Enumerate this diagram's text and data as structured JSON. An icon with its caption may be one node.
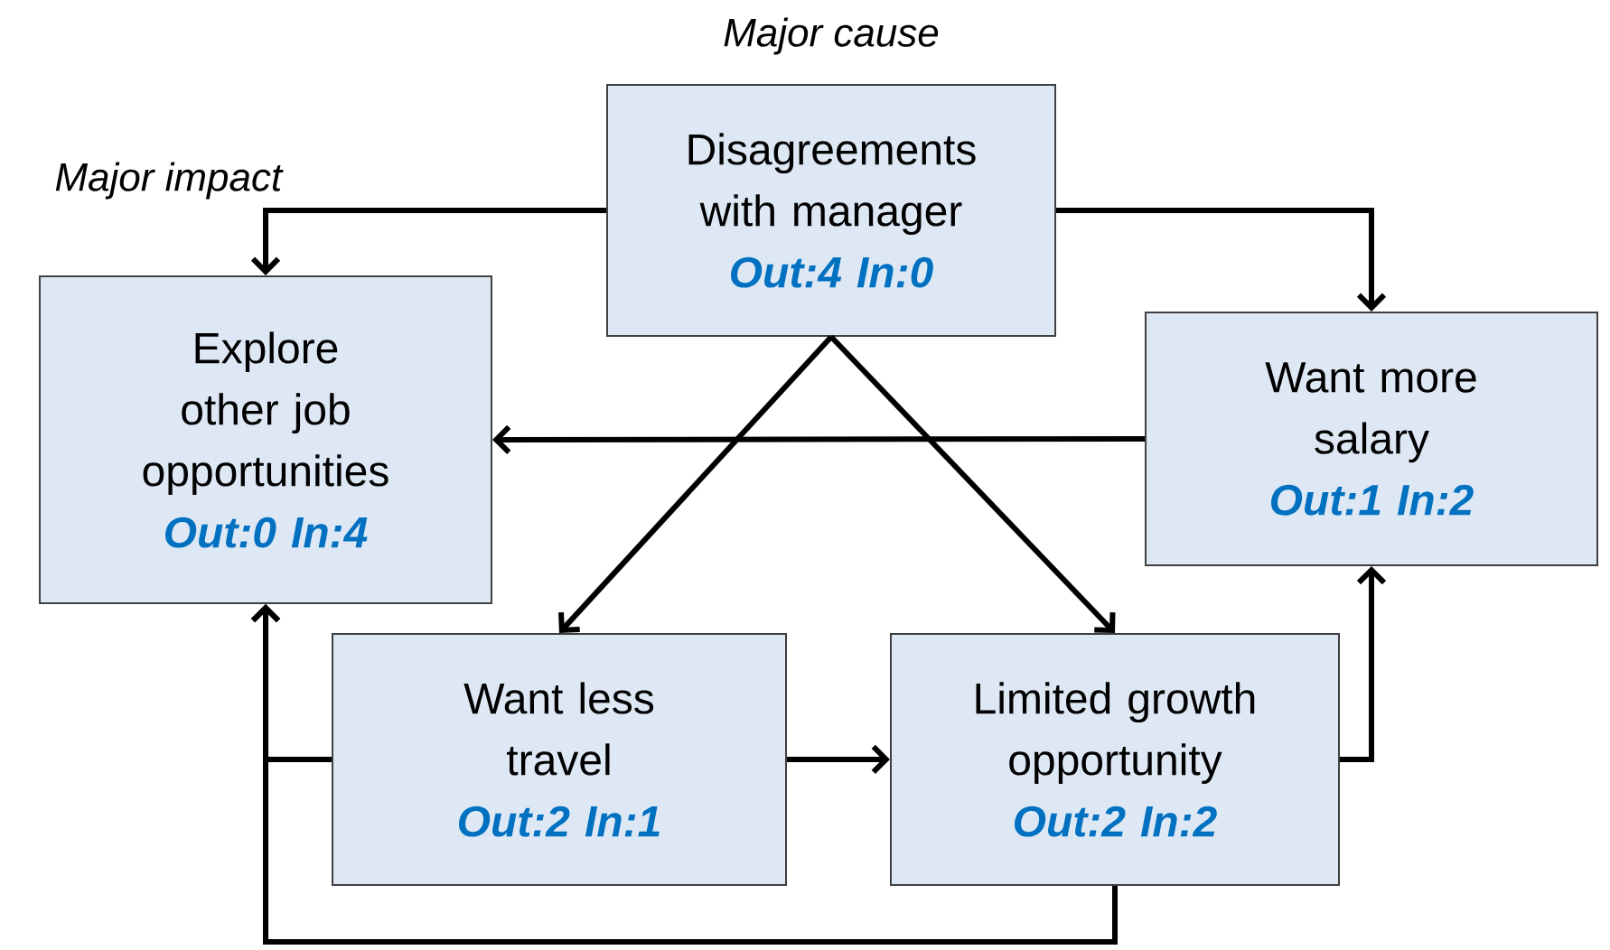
{
  "diagram": {
    "nodes": [
      {
        "text": [
          "Disagreements with manager",
          "Out:4 In:0"
        ],
        "beside": [
          "Major cause"
        ]
      },
      {
        "text": [
          "Explore other job opportunities",
          "Out:0 In:4"
        ],
        "beside": [
          "Major impact"
        ]
      },
      {
        "text": [
          "Want more salary",
          "Out:1 In:2"
        ]
      },
      {
        "text": [
          "Want less travel",
          "Out:2 In:1"
        ]
      },
      {
        "text": [
          "Limited growth opportunity",
          "Out:2 In:2"
        ]
      }
    ],
    "edges": [
      {
        "from": 0,
        "to": 1,
        "arrow": "to"
      },
      {
        "from": 0,
        "to": 2,
        "arrow": "to"
      },
      {
        "from": 0,
        "to": 3,
        "arrow": "to"
      },
      {
        "from": 0,
        "to": 4,
        "arrow": "to"
      },
      {
        "from": 2,
        "to": 1,
        "arrow": "to"
      },
      {
        "from": 3,
        "to": 4,
        "arrow": "to"
      },
      {
        "from": 3,
        "to": 1,
        "arrow": "to"
      },
      {
        "from": 4,
        "to": 1,
        "arrow": "to"
      },
      {
        "from": 4,
        "to": 2,
        "arrow": "to"
      }
    ]
  }
}
